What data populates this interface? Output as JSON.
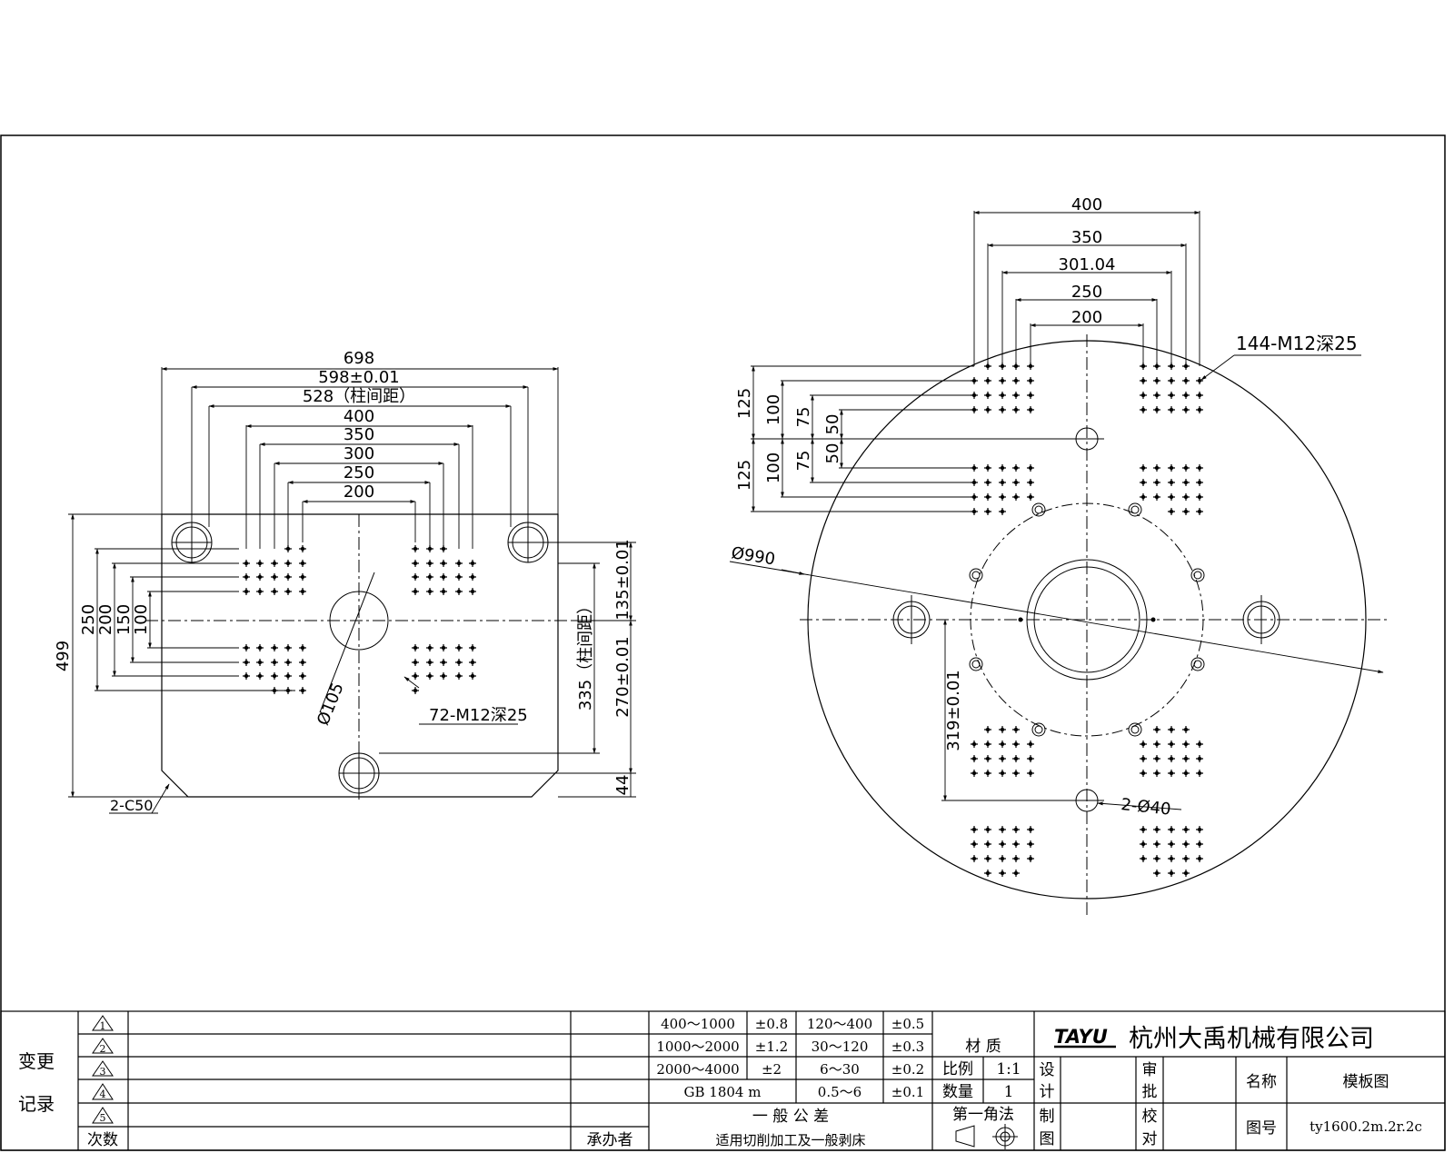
{
  "left_view": {
    "dims_top": [
      "698",
      "598±0.01",
      "528（柱间距）",
      "400",
      "350",
      "300",
      "250",
      "200"
    ],
    "dims_left": [
      "499",
      "250",
      "200",
      "150",
      "100"
    ],
    "dims_right": [
      "335（柱间距）",
      "270±0.01",
      "135±0.01",
      "44"
    ],
    "center_hole": "Ø105",
    "tapped_holes": "72-M12深25",
    "chamfer": "2-C50"
  },
  "right_view": {
    "dims_top": [
      "400",
      "350",
      "301.04",
      "250",
      "200"
    ],
    "tapped_holes": "144-M12深25",
    "dims_left_upper": [
      "125",
      "100",
      "75",
      "50"
    ],
    "dims_left_lower": [
      "125",
      "100",
      "75",
      "50"
    ],
    "outer_diameter": "Ø990",
    "dim_319": "319±0.01",
    "dim_holes": "2-Ø40"
  },
  "title_block": {
    "revision_title": [
      "变更",
      "记录"
    ],
    "revision_marks": [
      "1",
      "2",
      "3",
      "4",
      "5"
    ],
    "revision_count_label": "次数",
    "handler_label": "承办者",
    "tolerance_rows": [
      [
        "400～1000",
        "±0.8",
        "120～400",
        "±0.5"
      ],
      [
        "1000～2000",
        "±1.2",
        "30～120",
        "±0.3"
      ],
      [
        "2000～4000",
        "±2",
        "6～30",
        "±0.2"
      ],
      [
        "GB 1804 m",
        "0.5～6",
        "±0.1"
      ]
    ],
    "general_tolerance": "一 般 公 差",
    "tolerance_note": "适用切削加工及一般剥床",
    "material_label": "材 质",
    "scale_label": "比例",
    "scale_value": "1:1",
    "quantity_label": "数量",
    "quantity_value": "1",
    "projection_label": "第一角法",
    "design_label": [
      "设",
      "计"
    ],
    "draw_label": [
      "制",
      "图"
    ],
    "review_label": [
      "审",
      "批"
    ],
    "check_label": [
      "校",
      "对"
    ],
    "logo": "TAYU",
    "company": "杭州大禹机械有限公司",
    "name_label": "名称",
    "name_value": "模板图",
    "drawing_no_label": "图号",
    "drawing_no_value": "ty1600.2m.2r.2c"
  }
}
